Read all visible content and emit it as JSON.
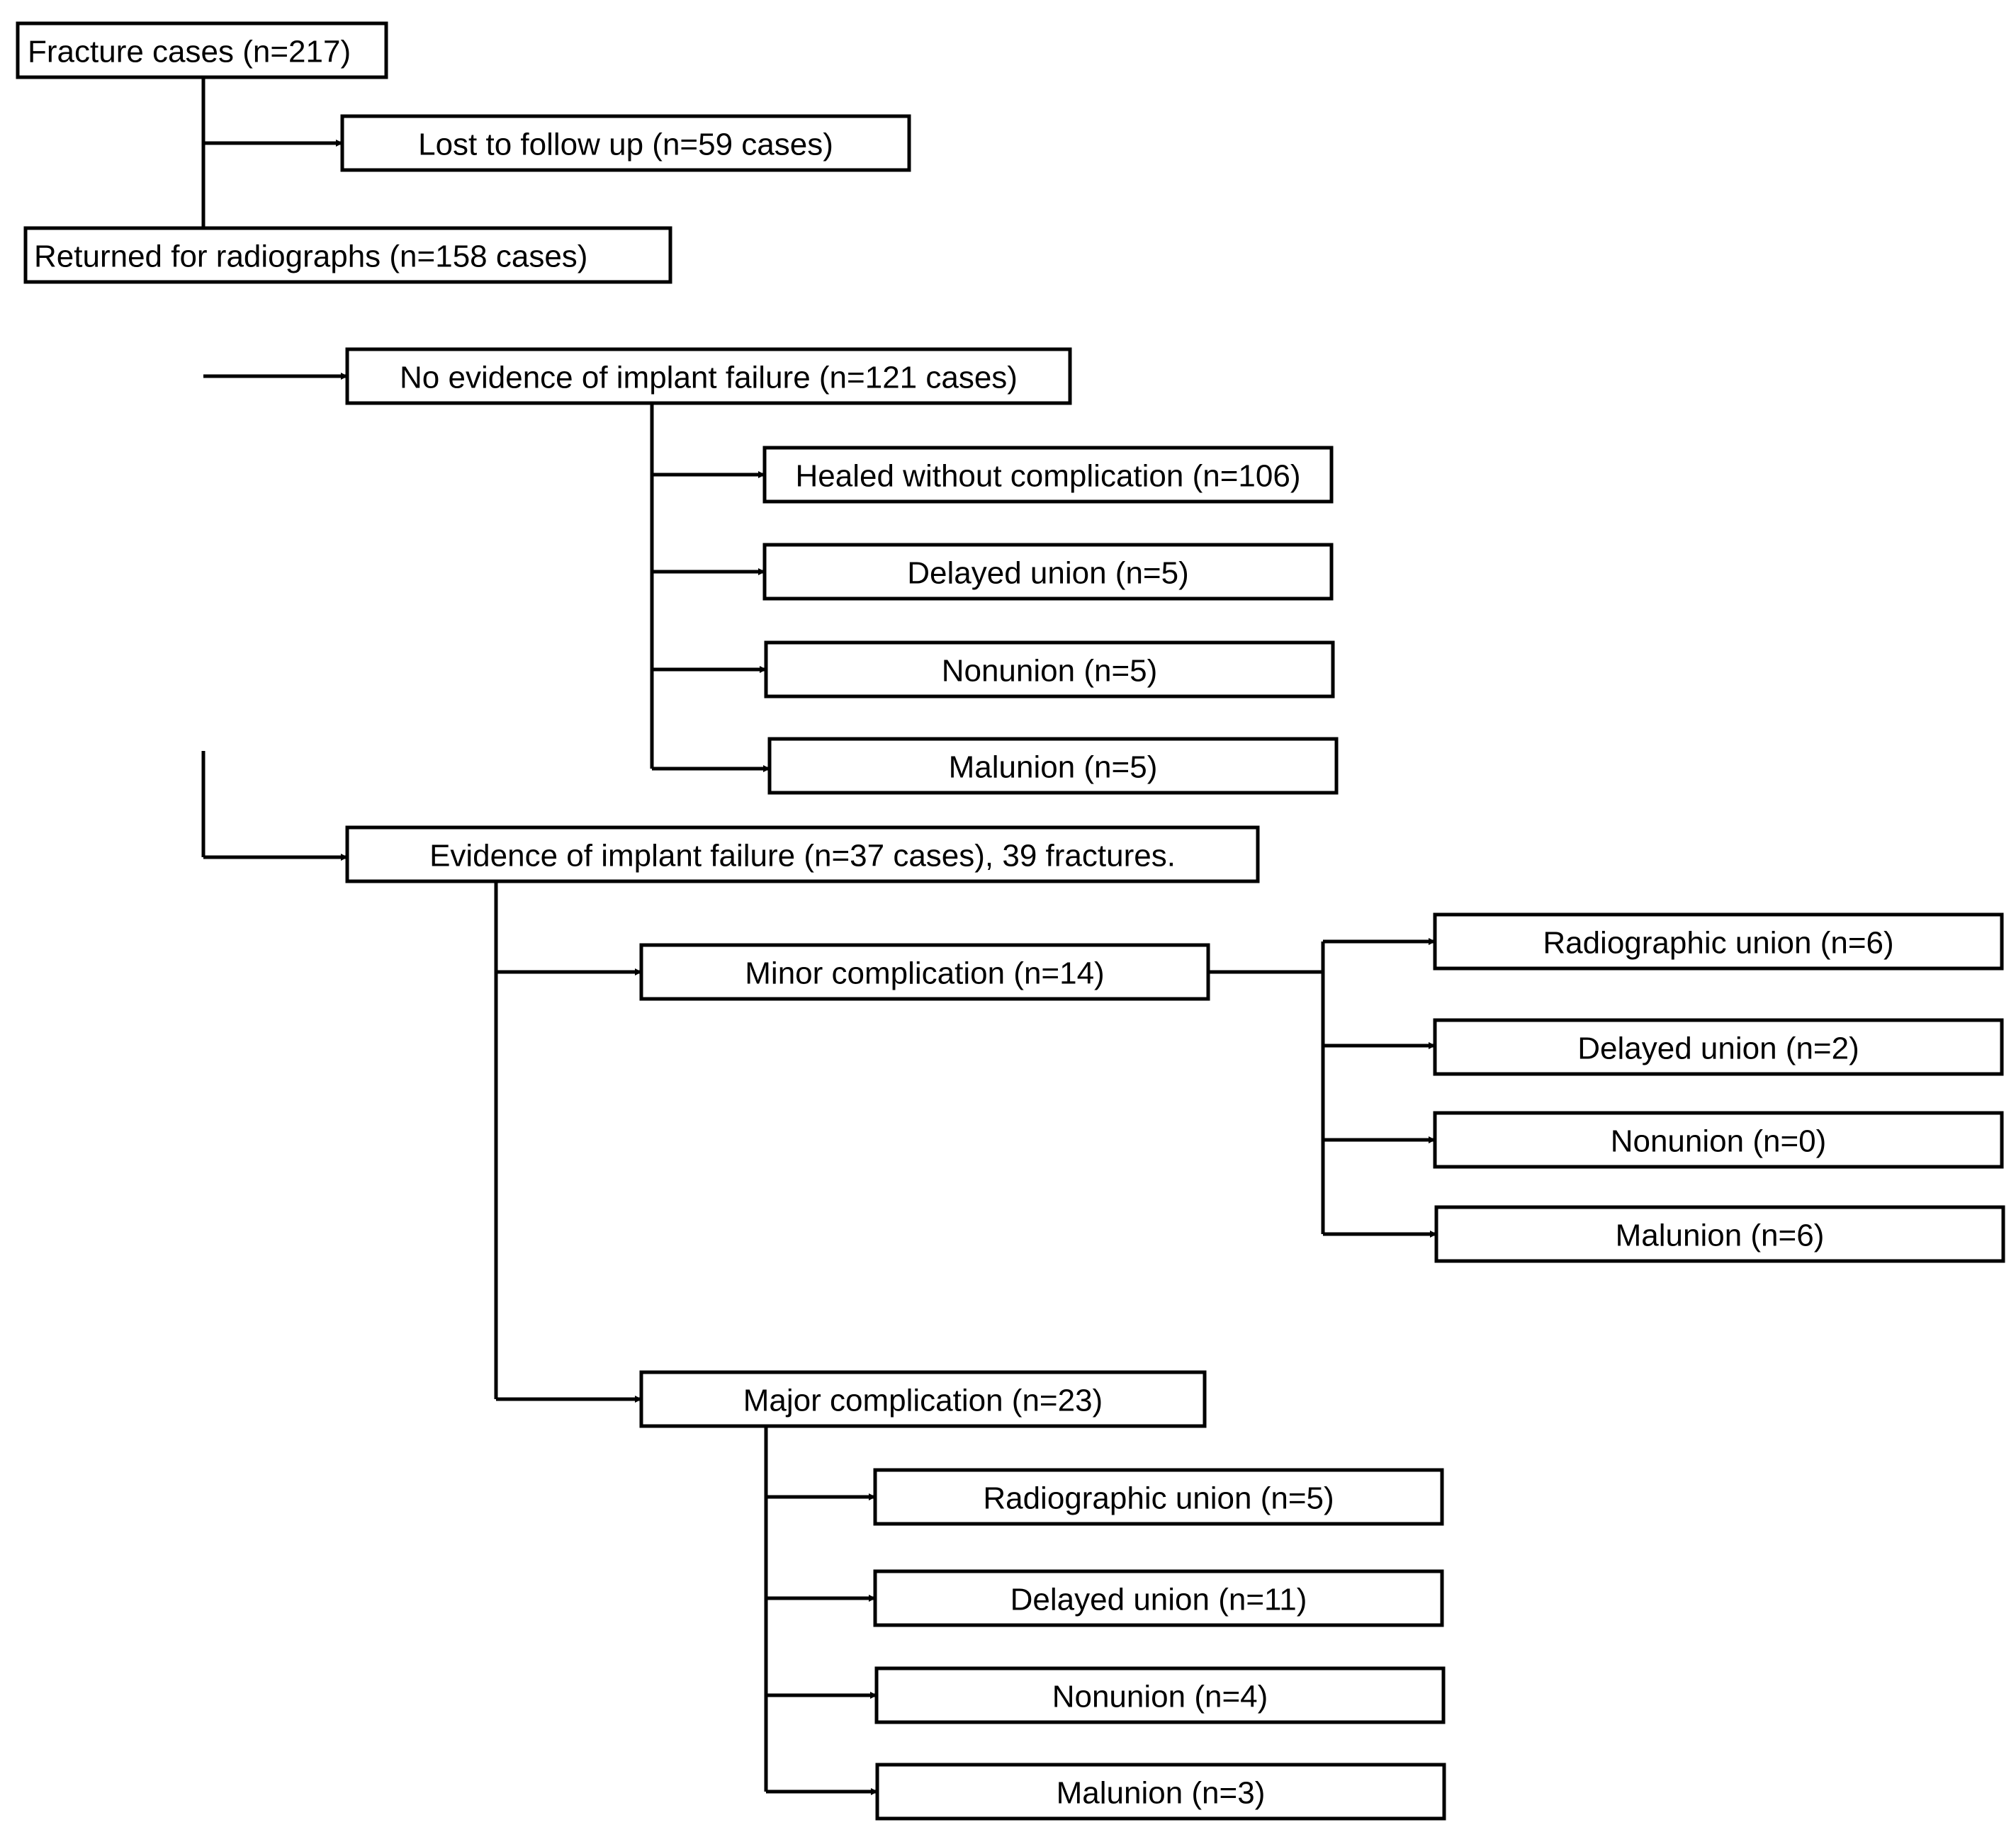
{
  "diagram": {
    "nodes": {
      "fracture_cases": "Fracture cases (n=217)",
      "lost_to_follow_up": "Lost to follow up (n=59 cases)",
      "returned_for_radiographs": "Returned for radiographs (n=158 cases)",
      "no_implant_failure": "No evidence of implant failure (n=121 cases)",
      "healed_without_complication": "Healed without complication (n=106)",
      "no_failure_delayed_union": "Delayed union (n=5)",
      "no_failure_nonunion": "Nonunion (n=5)",
      "no_failure_malunion": "Malunion (n=5)",
      "implant_failure": "Evidence of implant failure (n=37 cases), 39 fractures.",
      "minor_complication": "Minor complication (n=14)",
      "minor_radiographic_union": "Radiographic union (n=6)",
      "minor_delayed_union": "Delayed union (n=2)",
      "minor_nonunion": "Nonunion (n=0)",
      "minor_malunion": "Malunion (n=6)",
      "major_complication": "Major complication (n=23)",
      "major_radiographic_union": "Radiographic union (n=5)",
      "major_delayed_union": "Delayed union (n=11)",
      "major_nonunion": "Nonunion (n=4)",
      "major_malunion": "Malunion (n=3)"
    }
  }
}
